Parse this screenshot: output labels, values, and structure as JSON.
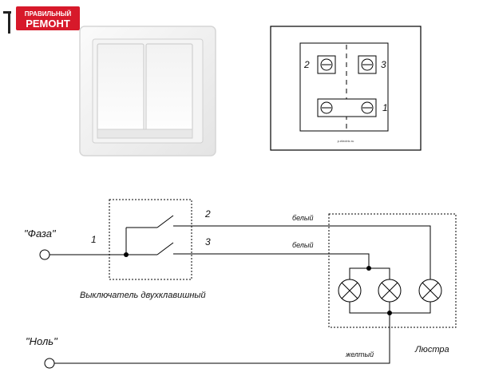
{
  "logo": {
    "line1": "ПРАВИЛЬНЫЙ",
    "line2": "РЕМОНТ",
    "color": "#d7192a"
  },
  "terminal_panel": {
    "numbers": [
      "2",
      "3",
      "1"
    ],
    "caption": "p.electric.ru"
  },
  "circuit": {
    "phase_label": "\"Фаза\"",
    "neutral_label": "\"Ноль\"",
    "wire_1": "1",
    "wire_2": "2",
    "wire_3": "3",
    "switch_label": "Выключатель двухклавишный",
    "chandelier_label": "Люстра",
    "wire_white_top": "белый",
    "wire_white_mid": "белый",
    "wire_yellow": "желтый"
  }
}
